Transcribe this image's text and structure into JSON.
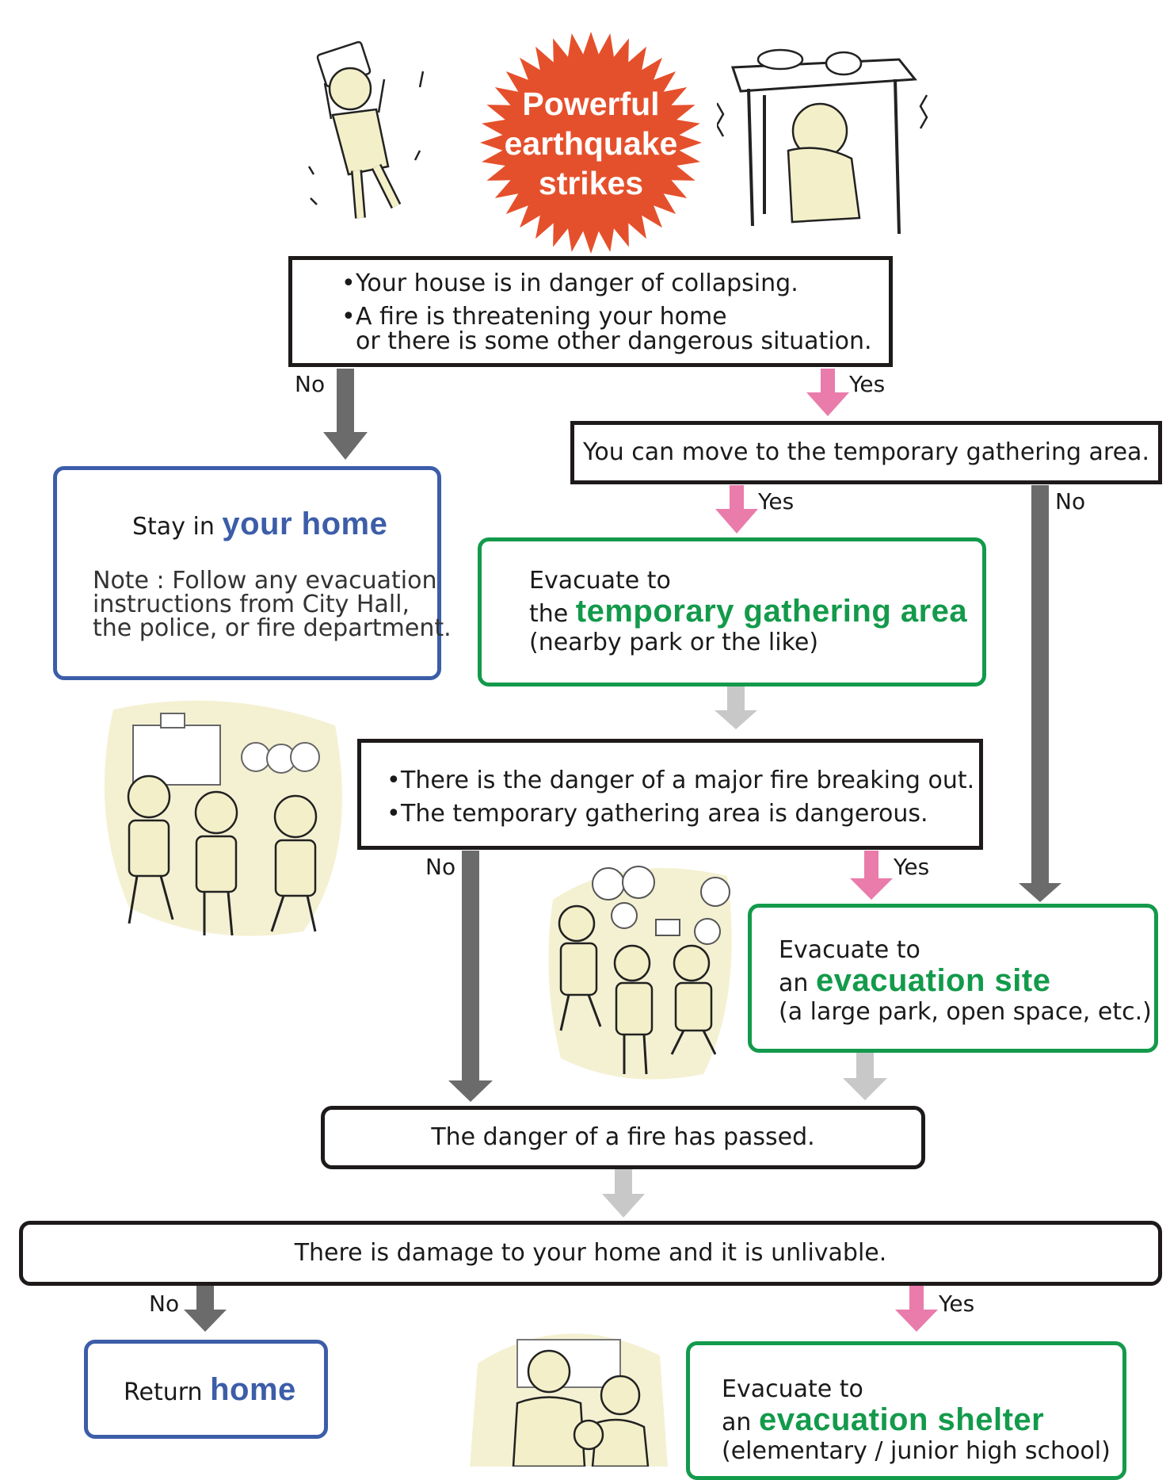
{
  "burst": {
    "line1": "Powerful",
    "line2": "earthquake",
    "line3": "strikes"
  },
  "q1": {
    "bullet1": "Your house is in danger of collapsing.",
    "bullet2_line1": "A fire is threatening your home",
    "bullet2_line2": "or there is some other dangerous situation."
  },
  "q2": {
    "text": "You can move to the temporary gathering area."
  },
  "home_box": {
    "prefix": "Stay in",
    "highlight": "your home",
    "note_line1": "Note : Follow any evacuation",
    "note_line2": "instructions from City Hall,",
    "note_line3": "the police, or fire department."
  },
  "temp_area_box": {
    "line1": "Evacuate to",
    "prefix": "the",
    "highlight": "temporary gathering area",
    "line3": "(nearby park or the like)"
  },
  "q3": {
    "bullet1": "There is the danger of a major fire breaking out.",
    "bullet2": "The temporary gathering area is dangerous."
  },
  "evac_site_box": {
    "line1": "Evacuate to",
    "prefix": "an",
    "highlight": "evacuation site",
    "line3": "(a large park, open space, etc.)"
  },
  "q4": {
    "text": "The danger of a fire has passed."
  },
  "q5": {
    "text": "There is damage to your home and it is unlivable."
  },
  "return_box": {
    "prefix": "Return",
    "highlight": "home"
  },
  "shelter_box": {
    "line1": "Evacuate to",
    "prefix": "an",
    "highlight": "evacuation shelter",
    "line3": "(elementary / junior high school)"
  },
  "labels": {
    "no": "No",
    "yes": "Yes"
  },
  "colors": {
    "yes_arrow": "#e97cab",
    "no_arrow": "#6b6b6b",
    "flow_arrow": "#c8c8c8",
    "burst": "#e5502c",
    "blue": "#3c5da8",
    "green": "#139a4b",
    "illustration_fill": "#f3efc8"
  }
}
